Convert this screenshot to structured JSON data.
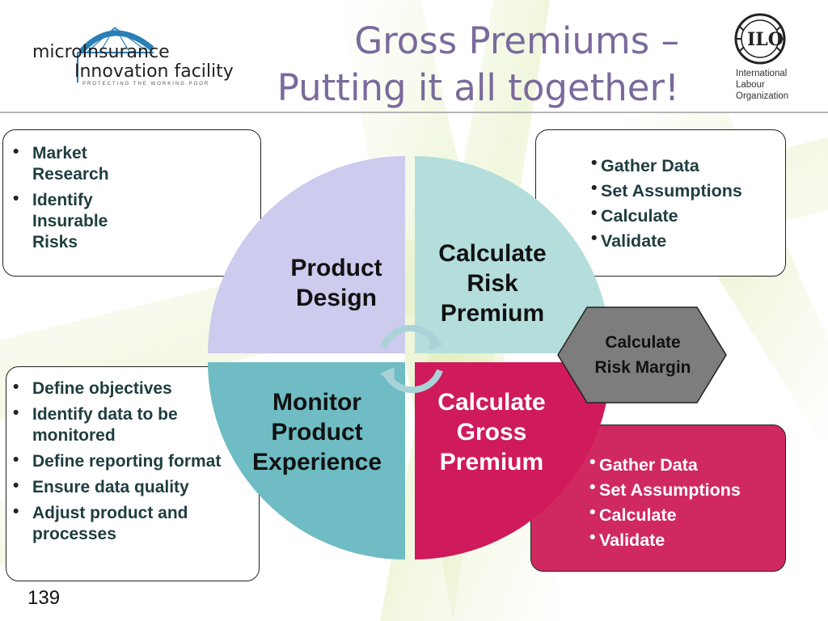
{
  "title": {
    "line1": "Gross Premiums –",
    "line2": "Putting it all together!"
  },
  "logo_left": {
    "line1": "microInsurance",
    "line2": "Innovation facility",
    "tagline": "PROTECTING THE WORKING POOR"
  },
  "logo_right": {
    "text": "ILO",
    "name_lines": [
      "International",
      "Labour",
      "Organization"
    ]
  },
  "quadrants": {
    "top_left": {
      "label_lines": [
        "Product",
        "Design"
      ],
      "color": "#cdcbee"
    },
    "top_right": {
      "label_lines": [
        "Calculate",
        "Risk",
        "Premium"
      ],
      "color": "#b3dedc"
    },
    "bottom_left": {
      "label_lines": [
        "Monitor",
        "Product",
        "Experience"
      ],
      "color": "#6fbcc4"
    },
    "bottom_right": {
      "label_lines": [
        "Calculate",
        "Gross",
        "Premium"
      ],
      "color": "#cf1a5b"
    }
  },
  "boxes": {
    "top_left": {
      "items": [
        "Market Research",
        "Identify Insurable Risks"
      ]
    },
    "top_right": {
      "items": [
        "Gather Data",
        "Set Assumptions",
        "Calculate",
        "Validate"
      ]
    },
    "bottom_left": {
      "items": [
        "Define objectives",
        "Identify data to be monitored",
        "Define reporting format",
        "Ensure data quality",
        "Adjust product and processes"
      ]
    },
    "bottom_right": {
      "items": [
        "Gather Data",
        "Set Assumptions",
        "Calculate",
        "Validate"
      ],
      "color": "#d02962"
    }
  },
  "hexagon": {
    "label_lines": [
      "Calculate",
      "Risk Margin"
    ],
    "color": "#7d7d7d"
  },
  "page_number": "139"
}
